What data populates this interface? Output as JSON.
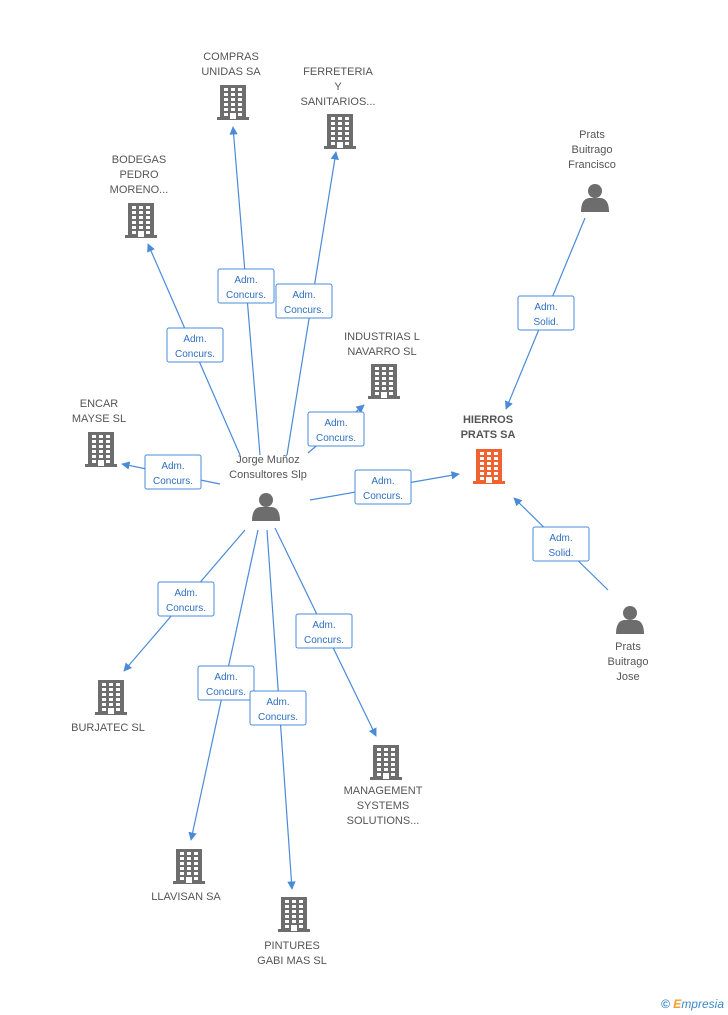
{
  "colors": {
    "edge": "#4a8bd8",
    "node": "#6d6d6d",
    "highlight": "#f0622f",
    "label": "#555555"
  },
  "nodes": {
    "compras": {
      "type": "company",
      "label": [
        "COMPRAS",
        "UNIDAS SA"
      ]
    },
    "ferreteria": {
      "type": "company",
      "label": [
        "FERRETERIA",
        "Y",
        "SANITARIOS..."
      ]
    },
    "bodegas": {
      "type": "company",
      "label": [
        "BODEGAS",
        "PEDRO",
        "MORENO..."
      ]
    },
    "industrias": {
      "type": "company",
      "label": [
        "INDUSTRIAS L",
        "NAVARRO SL"
      ]
    },
    "encar": {
      "type": "company",
      "label": [
        "ENCAR",
        "MAYSE SL"
      ]
    },
    "hierros": {
      "type": "company",
      "highlight": true,
      "label": [
        "HIERROS",
        "PRATS SA"
      ]
    },
    "jorge": {
      "type": "person",
      "label": [
        "Jorge Muñoz",
        "Consultores Slp"
      ]
    },
    "prats_francisco": {
      "type": "person",
      "label": [
        "Prats",
        "Buitrago",
        "Francisco"
      ]
    },
    "prats_jose": {
      "type": "person",
      "label": [
        "Prats",
        "Buitrago",
        "Jose"
      ]
    },
    "burjatec": {
      "type": "company",
      "label": [
        "BURJATEC SL"
      ]
    },
    "management": {
      "type": "company",
      "label": [
        "MANAGEMENT",
        "SYSTEMS",
        "SOLUTIONS..."
      ]
    },
    "llavisan": {
      "type": "company",
      "label": [
        "LLAVISAN SA"
      ]
    },
    "pintures": {
      "type": "company",
      "label": [
        "PINTURES",
        "GABI MAS  SL"
      ]
    }
  },
  "edges": [
    {
      "from": "jorge",
      "to": "compras",
      "label": [
        "Adm.",
        "Concurs."
      ]
    },
    {
      "from": "jorge",
      "to": "ferreteria",
      "label": [
        "Adm.",
        "Concurs."
      ]
    },
    {
      "from": "jorge",
      "to": "bodegas",
      "label": [
        "Adm.",
        "Concurs."
      ]
    },
    {
      "from": "jorge",
      "to": "industrias",
      "label": [
        "Adm.",
        "Concurs."
      ]
    },
    {
      "from": "jorge",
      "to": "encar",
      "label": [
        "Adm.",
        "Concurs."
      ]
    },
    {
      "from": "jorge",
      "to": "hierros",
      "label": [
        "Adm.",
        "Concurs."
      ]
    },
    {
      "from": "jorge",
      "to": "burjatec",
      "label": [
        "Adm.",
        "Concurs."
      ]
    },
    {
      "from": "jorge",
      "to": "management",
      "label": [
        "Adm.",
        "Concurs."
      ]
    },
    {
      "from": "jorge",
      "to": "llavisan",
      "label": [
        "Adm.",
        "Concurs."
      ]
    },
    {
      "from": "jorge",
      "to": "pintures",
      "label": [
        "Adm.",
        "Concurs."
      ]
    },
    {
      "from": "prats_francisco",
      "to": "hierros",
      "label": [
        "Adm.",
        "Solid."
      ]
    },
    {
      "from": "prats_jose",
      "to": "hierros",
      "label": [
        "Adm.",
        "Solid."
      ]
    }
  ],
  "footer": {
    "copyright": "©",
    "brand_e": "E",
    "brand_rest": "mpresia"
  }
}
